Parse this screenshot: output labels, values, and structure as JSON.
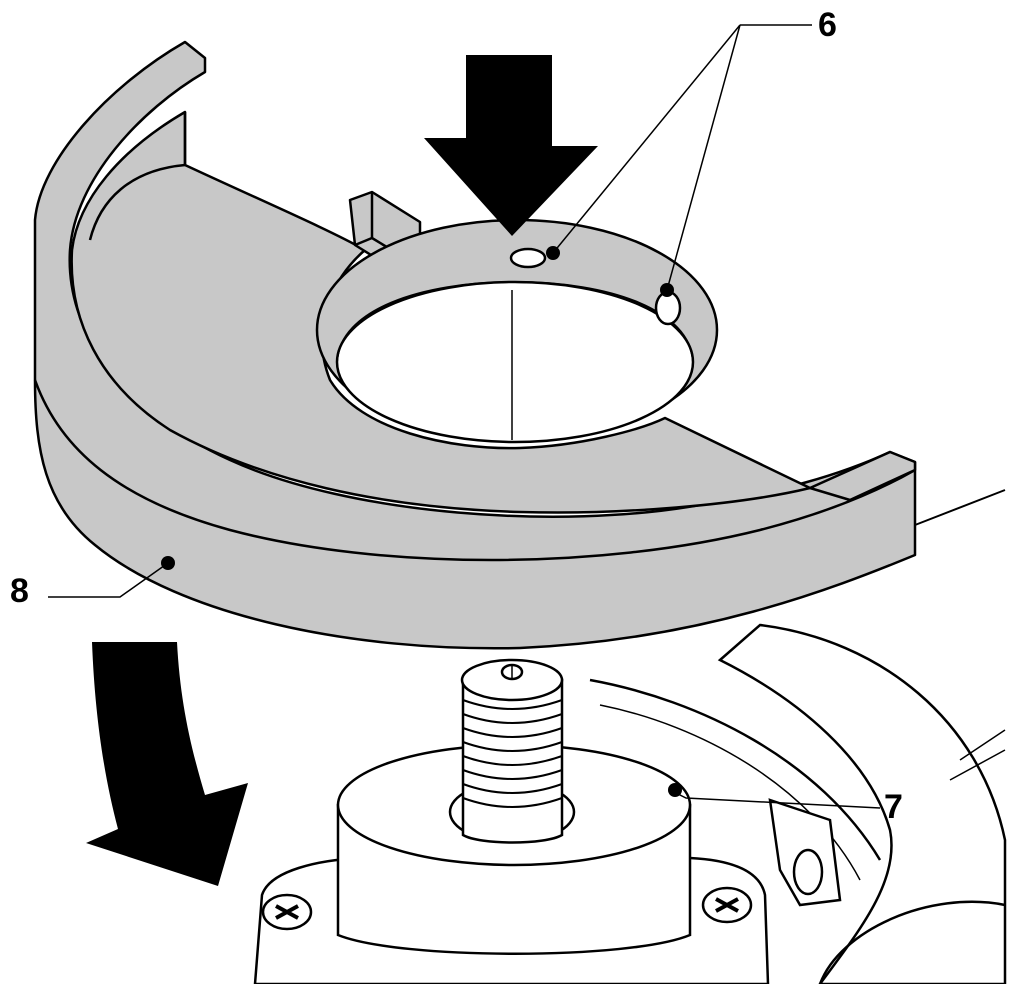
{
  "callouts": {
    "six": "6",
    "seven": "7",
    "eight": "8"
  },
  "colors": {
    "guard_fill": "#c8c8c8",
    "ink": "#000000",
    "paper": "#ffffff"
  },
  "icons": [
    "down-arrow-icon",
    "curved-arrow-icon",
    "screw-head-icon"
  ]
}
